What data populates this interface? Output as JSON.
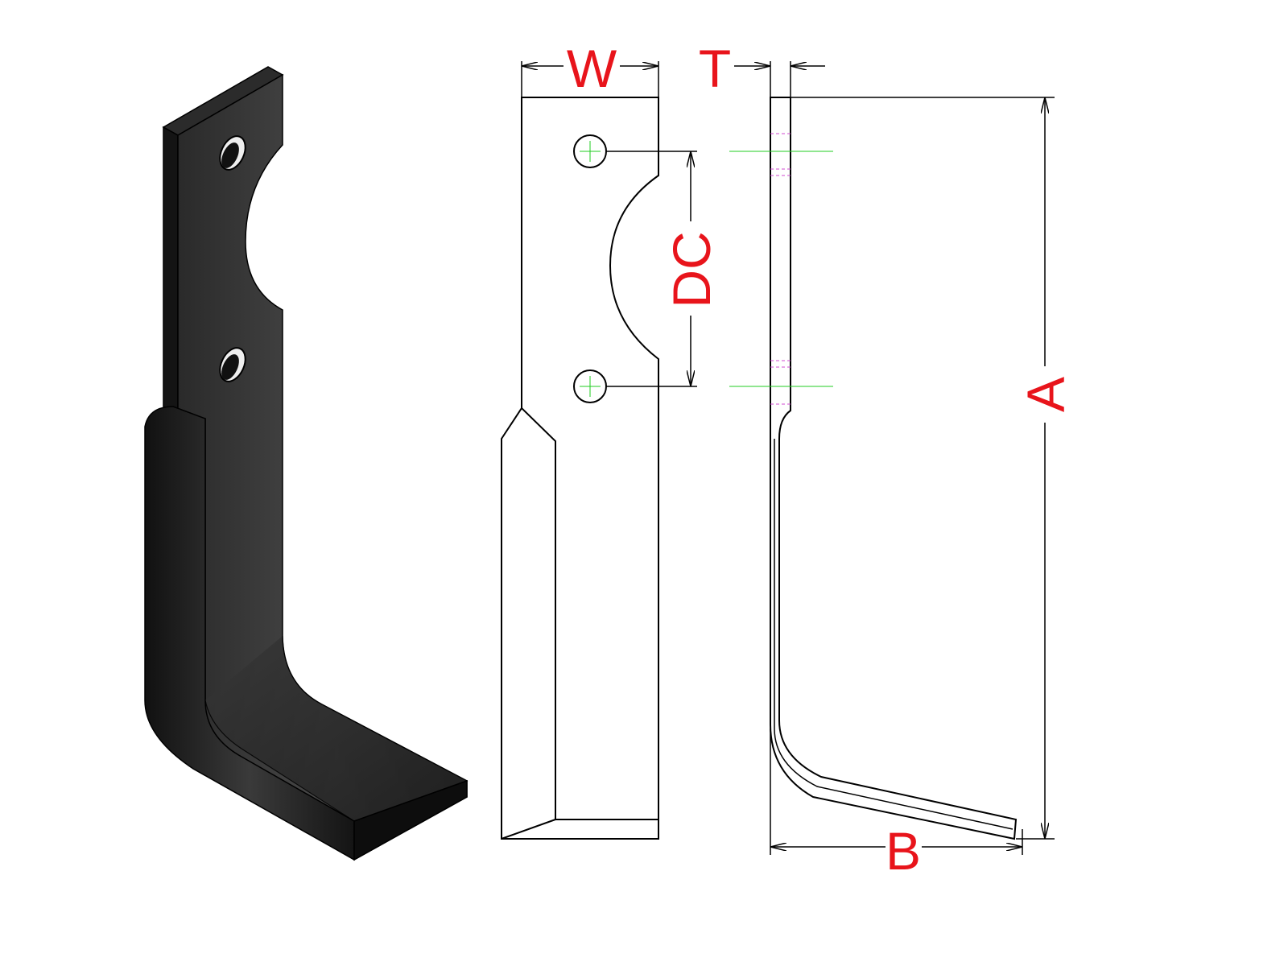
{
  "dimensions": {
    "width_label": "W",
    "thickness_label": "T",
    "hole_spacing_label": "DC",
    "height_label": "A",
    "bend_reach_label": "B"
  },
  "colors": {
    "dimension_text": "#e8141b",
    "centerline": "#22cc22",
    "hidden_line": "#d24bd2",
    "outline": "#000000",
    "blade_shaded": "#1a1a1a"
  }
}
